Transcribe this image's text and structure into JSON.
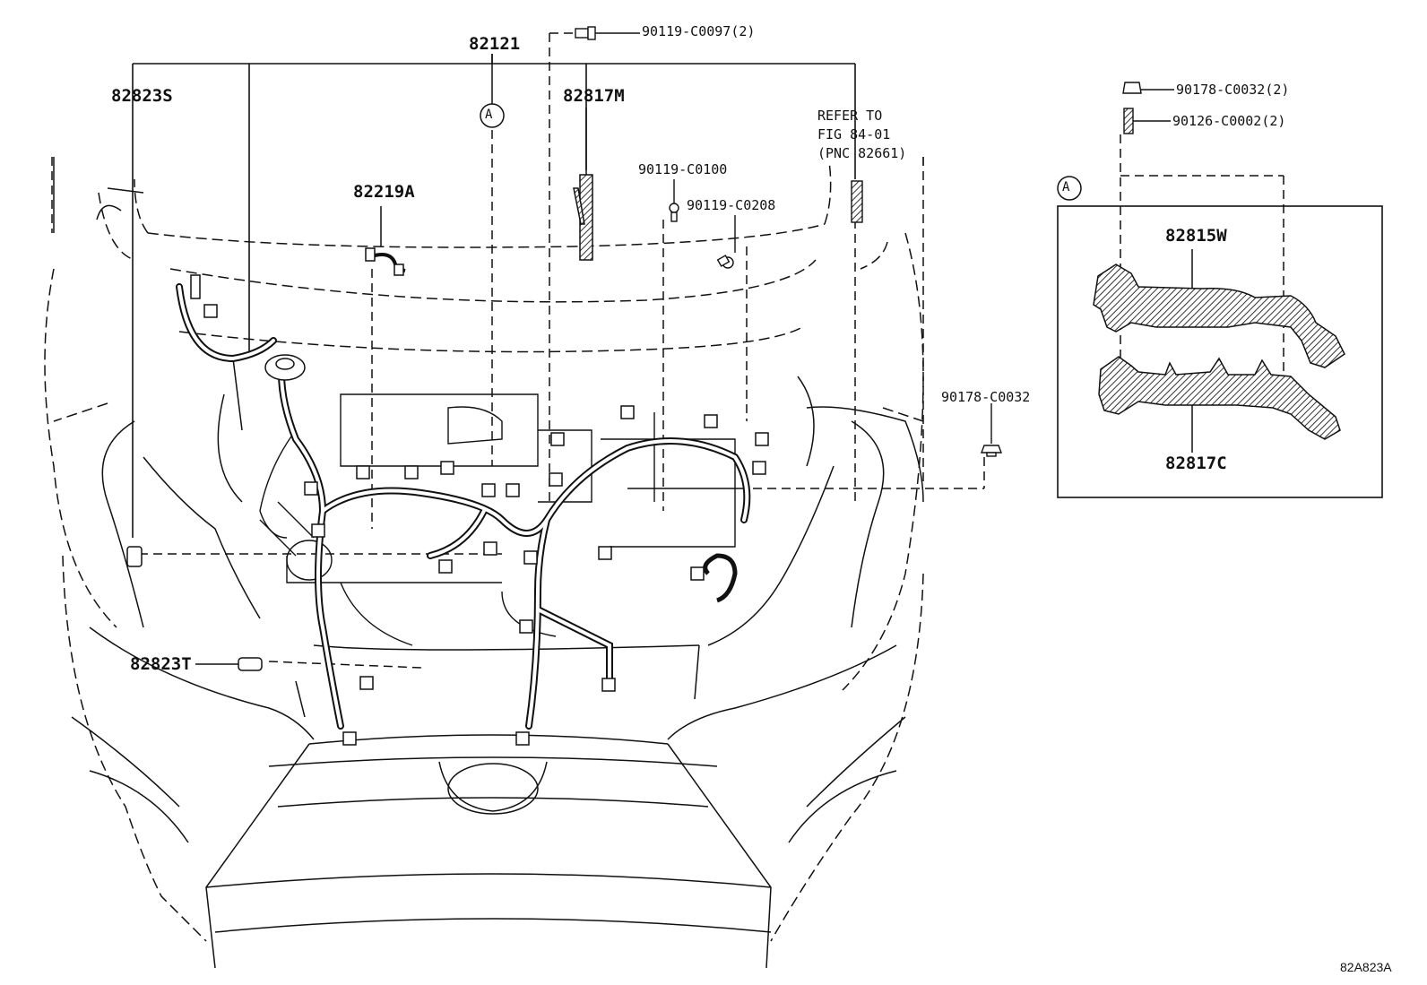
{
  "diagram": {
    "figure_code": "82A823A",
    "callout_ref": "A",
    "refer_note": [
      "REFER TO",
      "FIG 84-01",
      "(PNC 82661)"
    ],
    "parts": {
      "p82121": "82121",
      "p82823S": "82823S",
      "p82817M": "82817M",
      "p82219A": "82219A",
      "p90119_C0097": "90119-C0097(2)",
      "p90119_C0100": "90119-C0100",
      "p90119_C0208": "90119-C0208",
      "p90178_C0032": "90178-C0032",
      "p82823T": "82823T",
      "p90178_C0032_2": "90178-C0032(2)",
      "p90126_C0002_2": "90126-C0002(2)",
      "p82815W": "82815W",
      "p82817C": "82817C"
    },
    "colors": {
      "line": "#111111",
      "hatch": "#333333",
      "background": "#ffffff"
    }
  }
}
